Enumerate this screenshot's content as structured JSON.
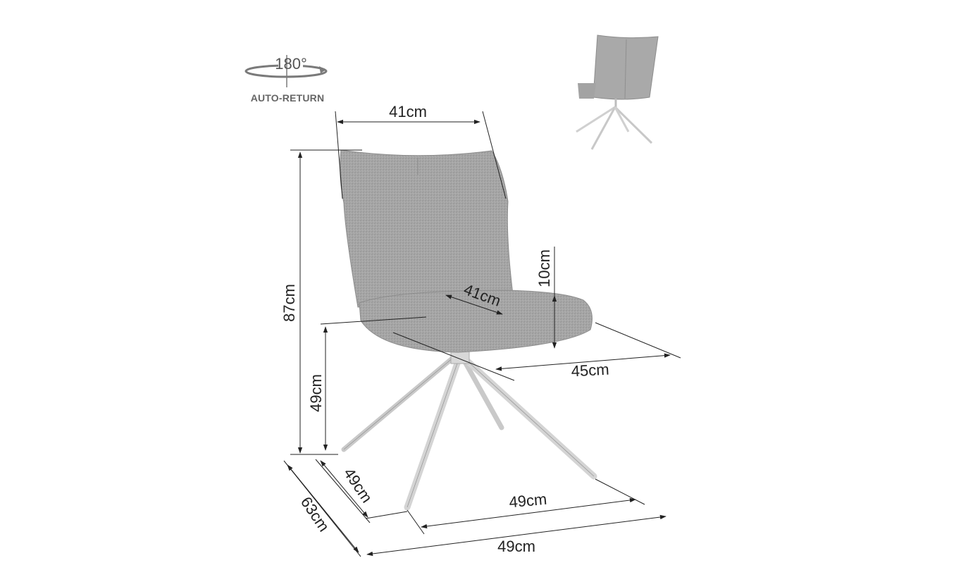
{
  "rotation": {
    "degrees_label": "180°",
    "mode_label": "AUTO-RETURN"
  },
  "dimensions": {
    "backrest_width": "41cm",
    "total_height": "87cm",
    "seat_height": "49cm",
    "seat_thickness": "10cm",
    "seat_depth_inner": "41cm",
    "seat_depth": "45cm",
    "base_depth": "49cm",
    "total_depth": "63cm",
    "base_width": "49cm",
    "total_width": "49cm"
  },
  "colors": {
    "fabric": "#a4a4a4",
    "fabric_dark": "#8a8a8a",
    "leg": "#d2d2d2",
    "line": "#222222",
    "icon": "#777777"
  }
}
